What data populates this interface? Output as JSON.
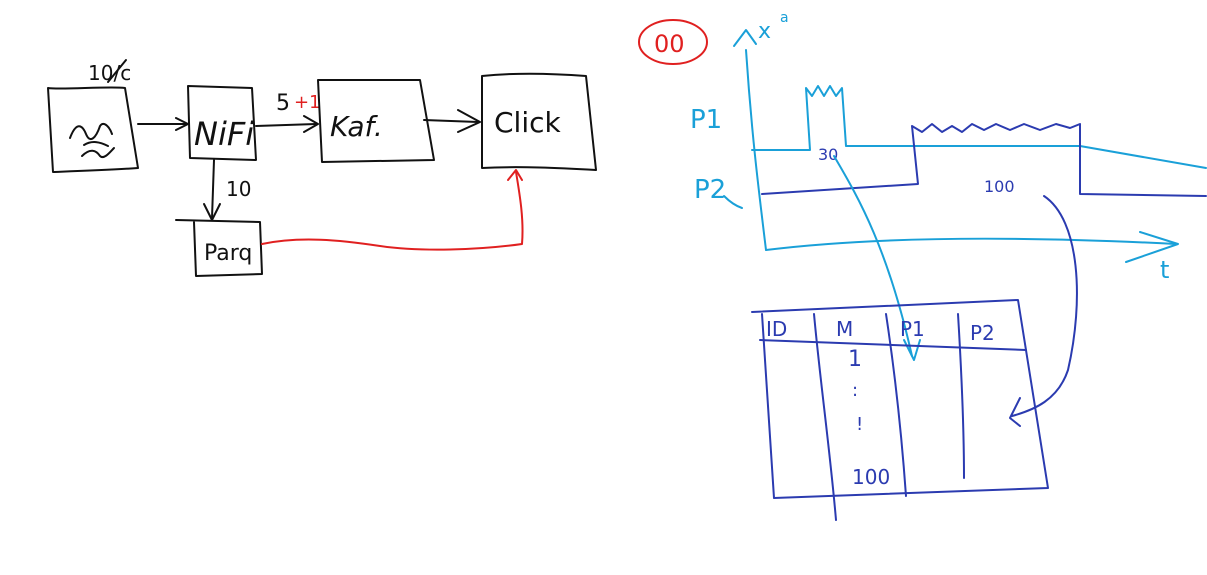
{
  "colors": {
    "ink": "#111111",
    "red": "#e02020",
    "cyan": "#1aa0d8",
    "blue": "#2b3bb0"
  },
  "pipeline": {
    "source_rate": "10/c",
    "nifi_label": "NiFi",
    "nifi_to_kafka_rate": "5",
    "nifi_to_kafka_plus": "+1",
    "kafka_label": "Kaf.",
    "click_label": "Click",
    "nifi_to_parquet_rate": "10",
    "parquet_label": "Parq"
  },
  "timeline": {
    "badge": "00",
    "axis_label_y": "x",
    "axis_label_y_sup": "a",
    "p1_label": "P1",
    "p2_label": "P2",
    "value_30": "30",
    "value_100": "100",
    "axis_label_t": "t"
  },
  "table": {
    "headers": [
      "ID",
      "M",
      "P1",
      "P2"
    ],
    "m_values": [
      "1",
      ":",
      "!",
      "100"
    ]
  }
}
